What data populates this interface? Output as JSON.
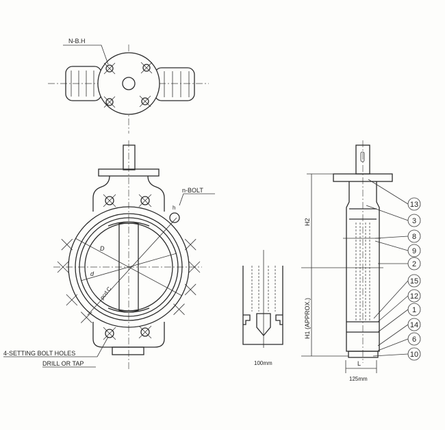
{
  "top_view": {
    "bolt_hole_label": "N-B.H"
  },
  "front_view": {
    "bolt_label": "n-BOLT",
    "hole_dim": "h",
    "outer_dia": "D",
    "inner_dia": "d",
    "pcd": "pcd.C",
    "setting_holes_line1": "4-SETTING BOLT HOLES",
    "setting_holes_line2": "DRILL OR TAP"
  },
  "detail_view": {
    "width_label": "100mm"
  },
  "side_view": {
    "h2": "H2",
    "h1": "H1 (APPROX.)",
    "length": "L",
    "width_label": "125mm",
    "parts": [
      "13",
      "3",
      "8",
      "9",
      "2",
      "15",
      "12",
      "1",
      "14",
      "6",
      "10"
    ]
  },
  "colors": {
    "line": "#2a2a2a",
    "paper": "#fdfdfb"
  }
}
